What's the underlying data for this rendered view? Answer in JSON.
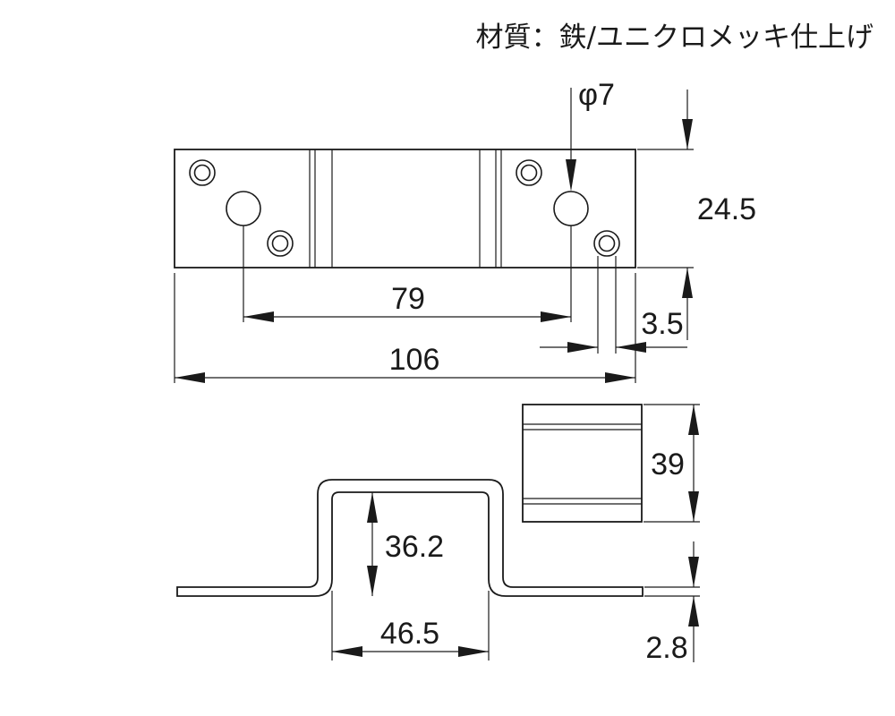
{
  "material_note": "材質：鉄/ユニクロメッキ仕上げ",
  "dimensions": {
    "hole_diameter": "φ7",
    "height_top_view": "24.5",
    "hole_pitch": "79",
    "slot_width": "3.5",
    "overall_length": "106",
    "side_height": "39",
    "bend_height": "36.2",
    "bend_width": "46.5",
    "thickness": "2.8"
  }
}
